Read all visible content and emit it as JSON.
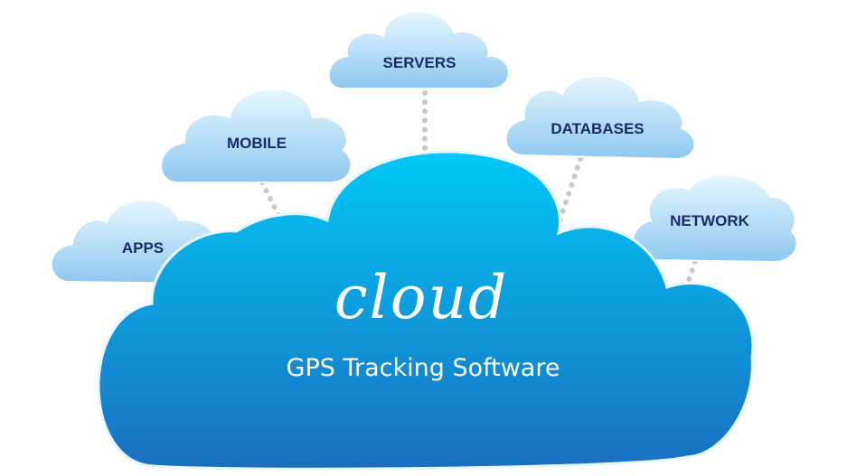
{
  "main_cloud": {
    "script_word": "cloud",
    "subtitle": "GPS Tracking Software"
  },
  "nodes": [
    {
      "id": "servers",
      "label": "SERVERS"
    },
    {
      "id": "mobile",
      "label": "MOBILE"
    },
    {
      "id": "databases",
      "label": "DATABASES"
    },
    {
      "id": "apps",
      "label": "APPS"
    },
    {
      "id": "network",
      "label": "NETWORK"
    }
  ],
  "colors": {
    "main_top": "#00c8f8",
    "main_bottom": "#1a6fc0",
    "small_top": "#e6f7ff",
    "small_bottom": "#8ec8f0",
    "label_text": "#1d2a6a",
    "connector": "#c9c9c9"
  }
}
